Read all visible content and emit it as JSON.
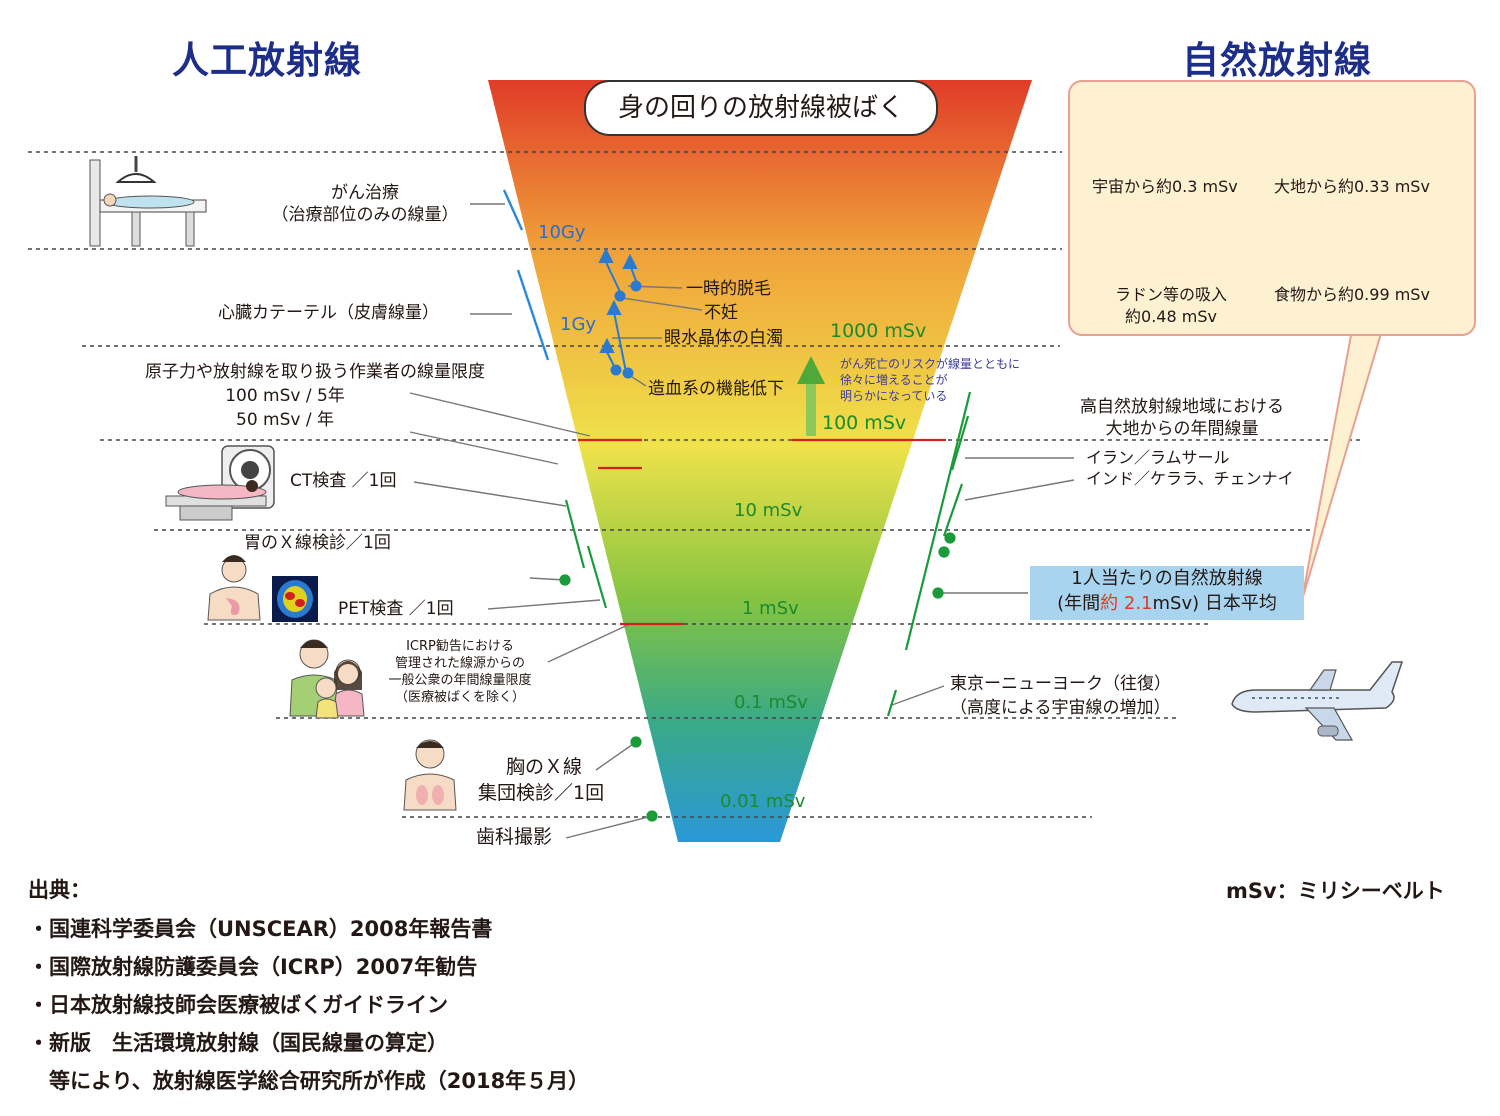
{
  "headings": {
    "artificial": "人工放射線",
    "natural": "自然放射線"
  },
  "funnel_title": "身の回りの放射線被ばく",
  "scale_labels": {
    "gy10": "10Gy",
    "gy1": "1Gy",
    "msv1000": "1000 mSv",
    "msv100": "100 mSv",
    "msv10": "10 mSv",
    "msv1": "1 mSv",
    "msv01": "0.1 mSv",
    "msv001": "0.01 mSv"
  },
  "effects": {
    "hair": "一時的脱毛",
    "sterility": "不妊",
    "cataract": "眼水晶体の白濁",
    "blood": "造血系の機能低下"
  },
  "cancer_risk": [
    "がん死亡のリスクが線量とともに",
    "徐々に増えることが",
    "明らかになっている"
  ],
  "artificial": {
    "cancer_therapy": [
      "がん治療",
      "（治療部位のみの線量）"
    ],
    "catheter": "心臓カテーテル（皮膚線量）",
    "worker_limit": [
      "原子力や放射線を取り扱う作業者の線量限度",
      "100 mSv / 5年",
      "50 mSv / 年"
    ],
    "ct": "CT検査 ／1回",
    "stomach_xray": "胃のＸ線検診／1回",
    "pet": "PET検査 ／1回",
    "icrp_limit": [
      "ICRP勧告における",
      "管理された線源からの",
      "一般公衆の年間線量限度",
      "（医療被ばくを除く）"
    ],
    "chest_xray": [
      "胸のＸ線",
      "集団検診／1回"
    ],
    "dental": "歯科撮影"
  },
  "natural": {
    "space": "宇宙から約0.3 mSv",
    "ground": "大地から約0.33 mSv",
    "radon": [
      "ラドン等の吸入",
      "約0.48 mSv"
    ],
    "food": "食物から約0.99 mSv",
    "high_areas": [
      "高自然放射線地域における",
      "大地からの年間線量"
    ],
    "iran": "イラン／ラムサール",
    "india": "インド／ケララ、チェンナイ",
    "average": {
      "line1": "1人当たりの自然放射線",
      "pre": "(年間",
      "value": "約 2.1",
      "post": "mSv) 日本平均"
    },
    "flight": [
      "東京ーニューヨーク（往復）",
      "（高度による宇宙線の増加）"
    ]
  },
  "unit_note": "mSv：ミリシーベルト",
  "sources": [
    "出典：",
    "・国連科学委員会（UNSCEAR）2008年報告書",
    "・国際放射線防護委員会（ICRP）2007年勧告",
    "・日本放射線技師会医療被ばくガイドライン",
    "・新版　生活環境放射線（国民線量の算定）",
    "　等により、放射線医学総合研究所が作成（2018年５月）"
  ],
  "colors": {
    "funnel_top": "#e03c28",
    "funnel_orange": "#f0a03a",
    "funnel_yellow": "#efe24a",
    "funnel_green": "#86c440",
    "funnel_teal": "#3aaa86",
    "funnel_bottom": "#2a98d8",
    "heading": "#1d2d8a",
    "leader": "#666666",
    "green_mark": "#1b9a3a",
    "blue_mark": "#2a8ad8",
    "red_mark": "#d62020",
    "avg_box": "#a9d4ef",
    "natural_box": "#fdf1d2"
  },
  "icons": [
    "radiotherapy-bed-icon",
    "ct-scanner-icon",
    "patient-stomach-icon",
    "pet-scan-icon",
    "family-icon",
    "chest-xray-person-icon",
    "planet-icon",
    "horses-icon",
    "house-icon",
    "fruits-icon",
    "airplane-icon"
  ]
}
